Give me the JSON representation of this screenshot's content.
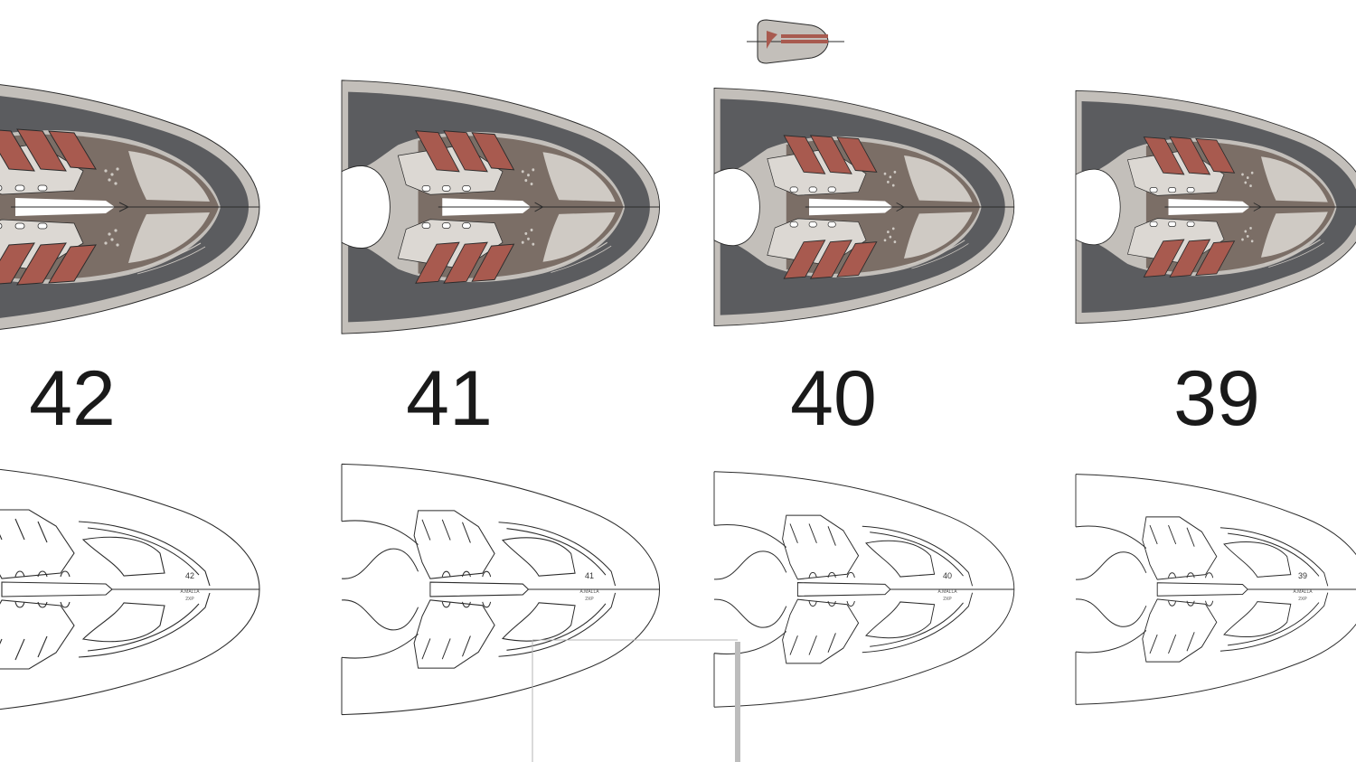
{
  "sizes": [
    {
      "label": "42",
      "pattern_number": "42",
      "pattern_author": "A.MALLA",
      "pattern_count": "2XP"
    },
    {
      "label": "41",
      "pattern_number": "41",
      "pattern_author": "A.MALLA",
      "pattern_count": "2XP"
    },
    {
      "label": "40",
      "pattern_number": "40",
      "pattern_author": "A.MALLA",
      "pattern_count": "2XP"
    },
    {
      "label": "39",
      "pattern_number": "39",
      "pattern_author": "A.MALLA",
      "pattern_count": "2XP"
    }
  ],
  "colors": {
    "shell_dark": "#5b5c5f",
    "shell_rim": "#c3bfba",
    "mid_taupe": "#7b6e66",
    "inner_light": "#cfcac4",
    "accent_red": "#a85a4f",
    "outline": "#2b2b2b",
    "guide_line": "#9a9a9a"
  },
  "icons": {
    "thumbnail": "sole-thumbnail-icon"
  }
}
